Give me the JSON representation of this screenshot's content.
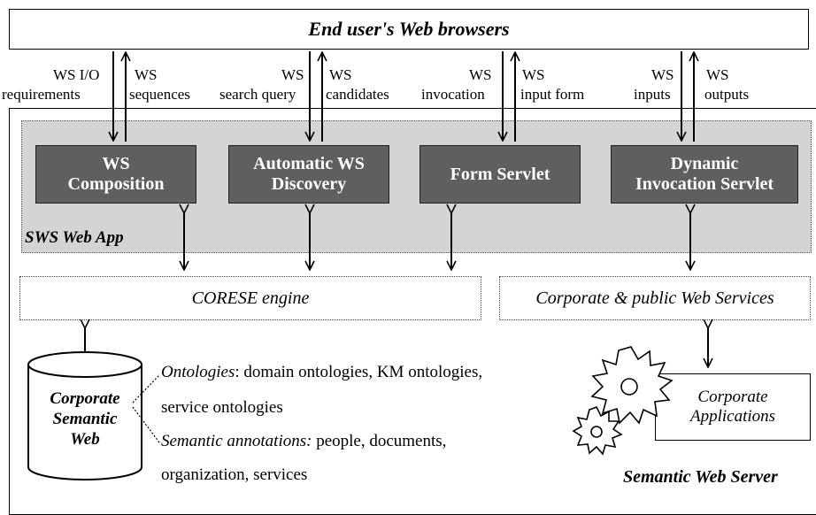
{
  "browsers": {
    "title": "End user's Web browsers"
  },
  "flows": [
    {
      "up": "WS I/O",
      "up2": "requirements",
      "down": "WS",
      "down2": "sequences"
    },
    {
      "up": "WS",
      "up2": "search query",
      "down": "WS",
      "down2": "candidates"
    },
    {
      "up": "WS",
      "up2": "invocation",
      "down": "WS",
      "down2": "input form"
    },
    {
      "up": "WS",
      "up2": "inputs",
      "down": "WS",
      "down2": "outputs"
    }
  ],
  "webapp": {
    "label": "SWS Web App",
    "components": [
      {
        "line1": "WS",
        "line2": "Composition"
      },
      {
        "line1": "Automatic WS",
        "line2": "Discovery"
      },
      {
        "line1": "Form Servlet",
        "line2": ""
      },
      {
        "line1": "Dynamic",
        "line2": "Invocation Servlet"
      }
    ]
  },
  "corese": {
    "label": "CORESE engine"
  },
  "services": {
    "label": "Corporate & public Web Services"
  },
  "semantic_web": {
    "line1": "Corporate",
    "line2": "Semantic",
    "line3": "Web"
  },
  "annotations": {
    "ontologies_label": "Ontologies",
    "ontologies_text": ": domain ontologies, KM ontologies,",
    "ontologies_text2": "service ontologies",
    "semantic_label": "Semantic annotations:",
    "semantic_text": " people, documents,",
    "semantic_text2": "organization, services"
  },
  "applications": {
    "line1": "Corporate",
    "line2": "Applications"
  },
  "server": {
    "label": "Semantic Web Server"
  }
}
